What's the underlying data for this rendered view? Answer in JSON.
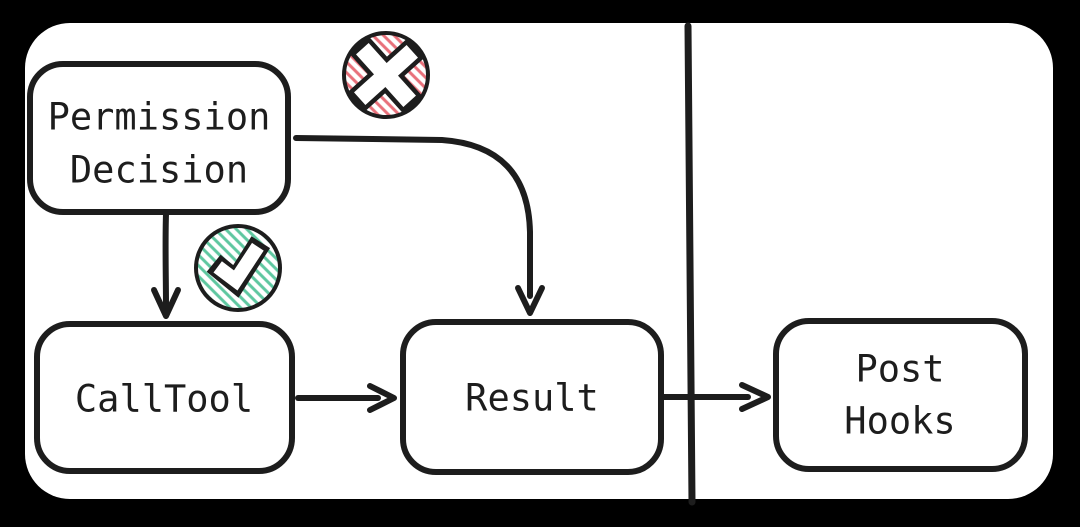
{
  "colors": {
    "background": "#000000",
    "panel": "#ffffff",
    "stroke": "#1d1d1d",
    "deny_hatch": "#e8707a",
    "allow_hatch": "#5ec7a0"
  },
  "nodes": {
    "permission_decision": {
      "line1": "Permission",
      "line2": "Decision"
    },
    "call_tool": {
      "label": "CallTool"
    },
    "result": {
      "label": "Result"
    },
    "post_hooks": {
      "line1": "Post",
      "line2": "Hooks"
    }
  },
  "icons": {
    "deny": {
      "name": "x-circle-icon",
      "glyph": "x"
    },
    "allow": {
      "name": "check-circle-icon",
      "glyph": "check"
    }
  },
  "edges": [
    {
      "from": "Permission Decision",
      "to": "CallTool",
      "badge": "check"
    },
    {
      "from": "Permission Decision",
      "to": "Result",
      "badge": "x"
    },
    {
      "from": "CallTool",
      "to": "Result",
      "badge": null
    },
    {
      "from": "Result",
      "to": "Post Hooks",
      "badge": null,
      "crosses_divider": true
    }
  ]
}
